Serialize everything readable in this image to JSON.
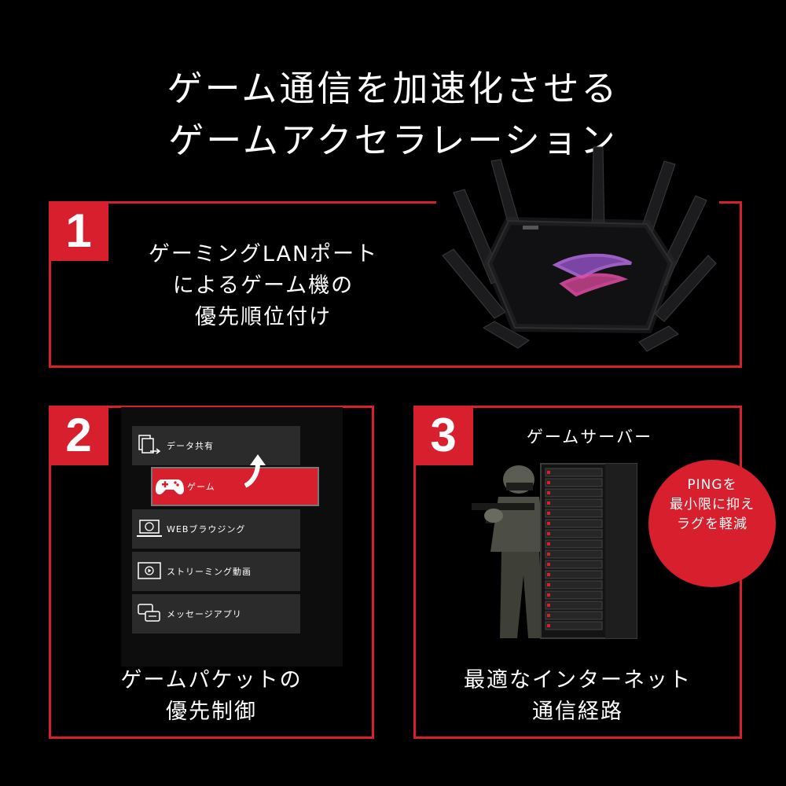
{
  "header": {
    "title_line1": "ゲーム通信を加速化させる",
    "title_line2": "ゲームアクセラレーション"
  },
  "feature1": {
    "number": "1",
    "lines": [
      "ゲーミングLANポート",
      "によるゲーム機の",
      "優先順位付け"
    ]
  },
  "feature2": {
    "number": "2",
    "menu": [
      {
        "icon": "file-share-icon",
        "label": "データ共有"
      },
      {
        "icon": "gamepad-icon",
        "label": "ゲーム",
        "active": true
      },
      {
        "icon": "laptop-globe-icon",
        "label": "WEBブラウジング"
      },
      {
        "icon": "play-video-icon",
        "label": "ストリーミング動画"
      },
      {
        "icon": "chat-bubbles-icon",
        "label": "メッセージアプリ"
      }
    ],
    "lines": [
      "ゲームパケットの",
      "優先制御"
    ]
  },
  "feature3": {
    "number": "3",
    "server_label": "ゲームサーバー",
    "ping_lines": [
      "PINGを",
      "最小限に抑え",
      "ラグを軽減"
    ],
    "lines": [
      "最適なインターネット",
      "通信経路"
    ]
  },
  "colors": {
    "accent": "#d71f2d",
    "background": "#000000"
  }
}
